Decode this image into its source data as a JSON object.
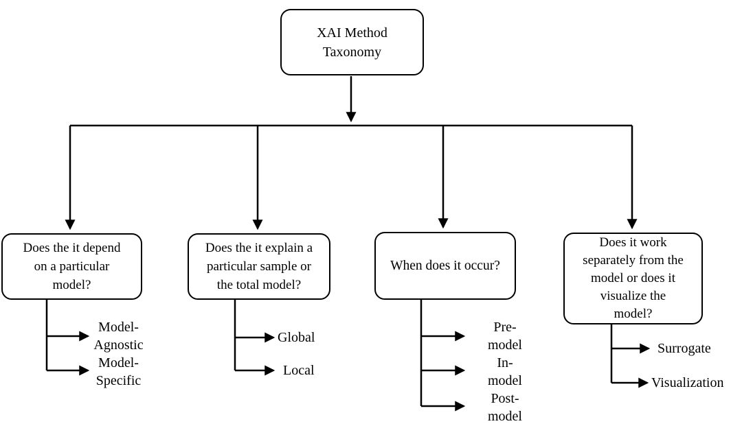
{
  "root": {
    "label": "XAI Method\nTaxonomy"
  },
  "branches": [
    {
      "question": "Does the it depend\non a particular\nmodel?",
      "leaves": [
        "Model-\nAgnostic",
        "Model-\nSpecific"
      ]
    },
    {
      "question": "Does the it explain a\nparticular sample or\nthe total model?",
      "leaves": [
        "Global",
        "Local"
      ]
    },
    {
      "question": "When does it occur?",
      "leaves": [
        "Pre-\nmodel",
        "In-\nmodel",
        "Post-\nmodel"
      ]
    },
    {
      "question": "Does it work\nseparately from the\nmodel or does it\nvisualize the\nmodel?",
      "leaves": [
        "Surrogate",
        "Visualization"
      ]
    }
  ],
  "colors": {
    "line": "#000000",
    "background": "#ffffff",
    "text": "#000000"
  }
}
